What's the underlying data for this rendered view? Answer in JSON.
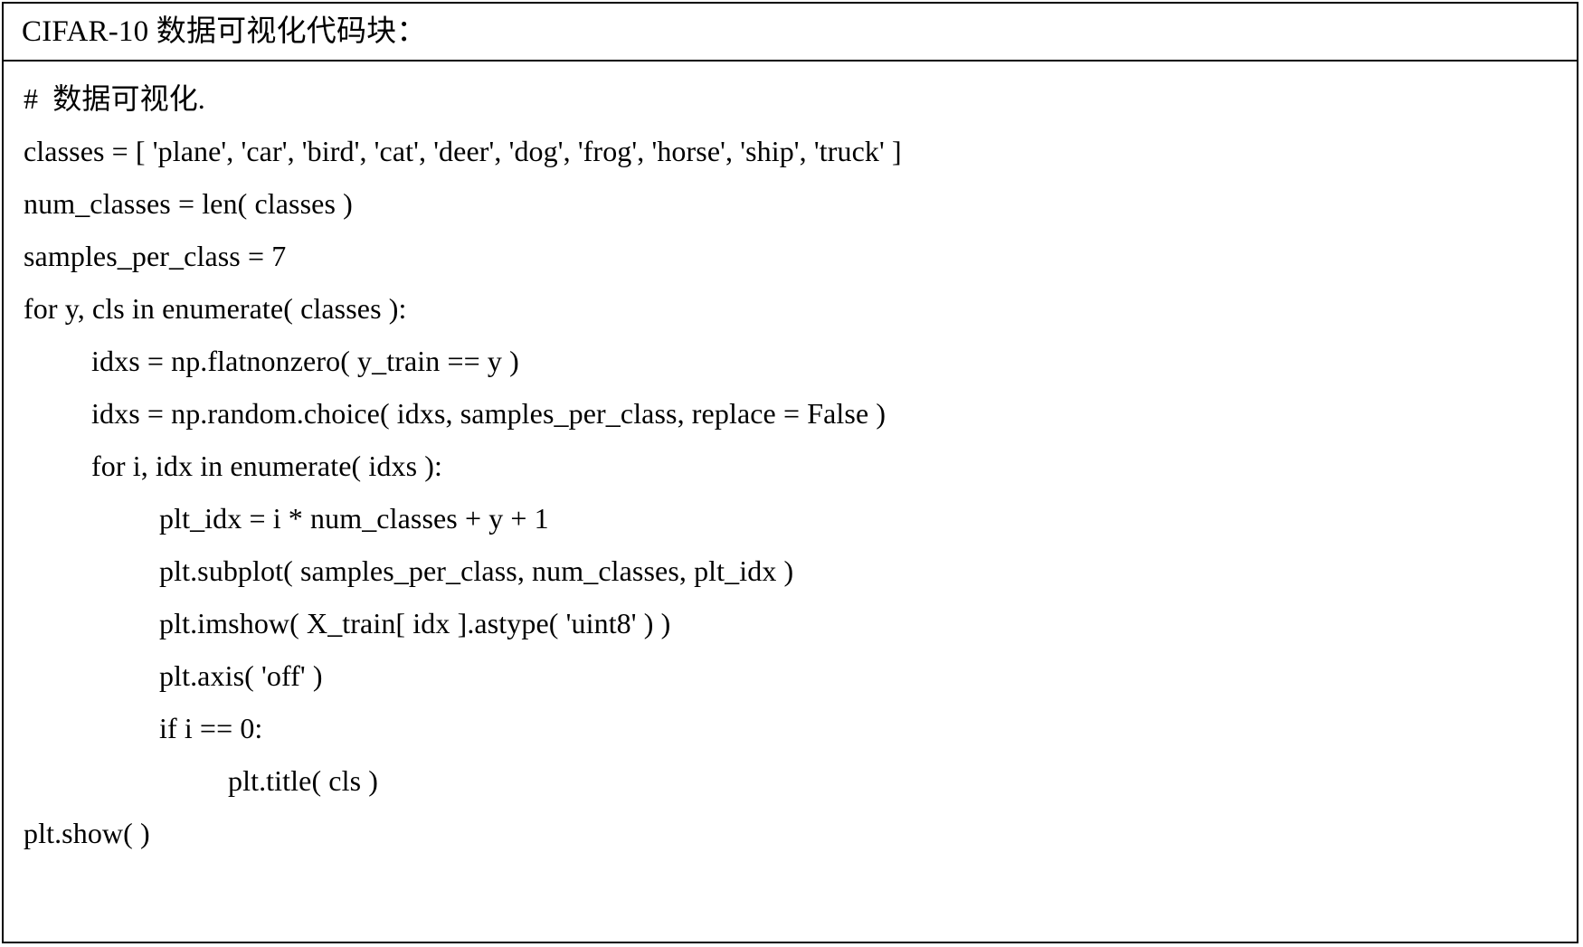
{
  "document": {
    "header": {
      "title": "CIFAR-10 数据可视化代码块："
    },
    "code_block": {
      "language": "python",
      "lines": [
        {
          "indent": 0,
          "text": "#  数据可视化."
        },
        {
          "indent": 0,
          "text": "classes = [ 'plane', 'car', 'bird', 'cat', 'deer', 'dog', 'frog', 'horse', 'ship', 'truck' ]"
        },
        {
          "indent": 0,
          "text": "num_classes = len( classes )"
        },
        {
          "indent": 0,
          "text": "samples_per_class = 7"
        },
        {
          "indent": 0,
          "text": "for y, cls in enumerate( classes ):"
        },
        {
          "indent": 1,
          "text": "idxs = np.flatnonzero( y_train == y )"
        },
        {
          "indent": 1,
          "text": "idxs = np.random.choice( idxs, samples_per_class, replace = False )"
        },
        {
          "indent": 1,
          "text": "for i, idx in enumerate( idxs ):"
        },
        {
          "indent": 2,
          "text": "plt_idx = i * num_classes + y + 1"
        },
        {
          "indent": 2,
          "text": "plt.subplot( samples_per_class, num_classes, plt_idx )"
        },
        {
          "indent": 2,
          "text": "plt.imshow( X_train[ idx ].astype( 'uint8' ) )"
        },
        {
          "indent": 2,
          "text": "plt.axis( 'off' )"
        },
        {
          "indent": 2,
          "text": "if i == 0:"
        },
        {
          "indent": 3,
          "text": "plt.title( cls )"
        },
        {
          "indent": 0,
          "text": "plt.show( )"
        }
      ]
    },
    "colors": {
      "border": "#000000",
      "background": "#ffffff",
      "text": "#000000"
    }
  }
}
